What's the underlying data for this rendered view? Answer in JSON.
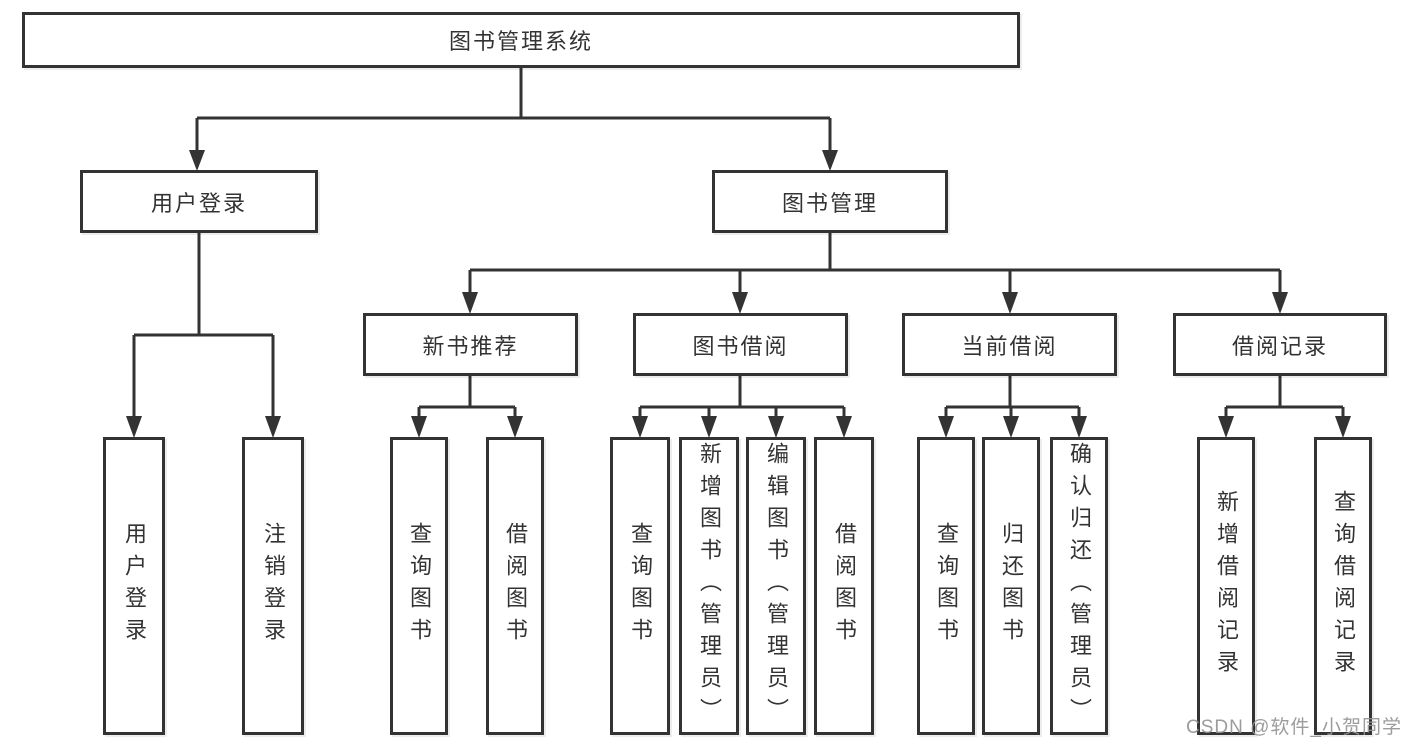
{
  "tree": {
    "root": {
      "label": "图书管理系统"
    },
    "branches": [
      {
        "label": "用户登录",
        "leaves": [
          {
            "label": "用户登录"
          },
          {
            "label": "注销登录"
          }
        ]
      },
      {
        "label": "图书管理",
        "groups": [
          {
            "label": "新书推荐",
            "leaves": [
              {
                "label": "查询图书"
              },
              {
                "label": "借阅图书"
              }
            ]
          },
          {
            "label": "图书借阅",
            "leaves": [
              {
                "label": "查询图书"
              },
              {
                "label": "新增图书（管理员）"
              },
              {
                "label": "编辑图书（管理员）"
              },
              {
                "label": "借阅图书"
              }
            ]
          },
          {
            "label": "当前借阅",
            "leaves": [
              {
                "label": "查询图书"
              },
              {
                "label": "归还图书"
              },
              {
                "label": "确认归还（管理员）"
              }
            ]
          },
          {
            "label": "借阅记录",
            "leaves": [
              {
                "label": "新增借阅记录"
              },
              {
                "label": "查询借阅记录"
              }
            ]
          }
        ]
      }
    ]
  },
  "watermark": {
    "text": "CSDN @软件_小贺同学"
  },
  "colors": {
    "line": "#333333",
    "text": "#333333",
    "background": "#ffffff",
    "watermark": "#949494"
  }
}
